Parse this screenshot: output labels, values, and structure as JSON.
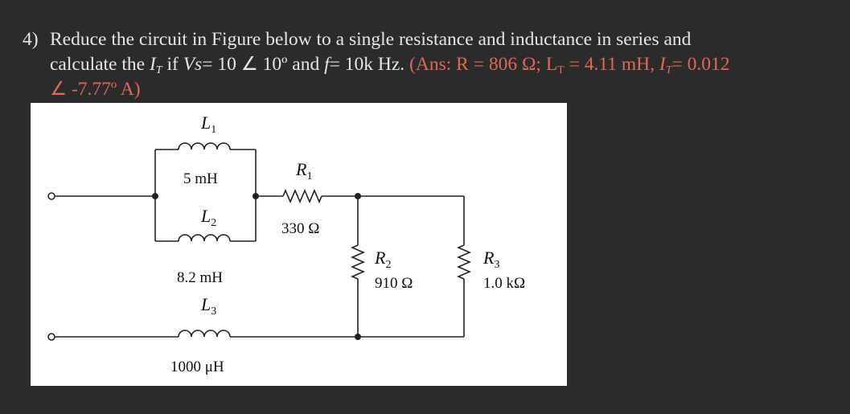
{
  "question": {
    "number": "4)",
    "line1_text": "Reduce the circuit in Figure below to a single resistance and inductance in series and",
    "line2_pre": "calculate the",
    "it_symbol": "I",
    "it_sub": "T",
    "if_text": "if",
    "vs_symbol": "Vs",
    "vs_value": "= 10 ∠ 10º and",
    "f_symbol": "f",
    "f_value": "= 10k Hz.",
    "answer": {
      "open": "(Ans: R = 806 Ω; L",
      "lt_sub": "T",
      "mid": " = 4.11 mH, ",
      "it": "I",
      "it_sub": "T",
      "end": "= 0.012",
      "line3": "∠ -7.77º A)"
    }
  },
  "figure": {
    "L1": {
      "sym": "L",
      "sub": "1",
      "value": "5 mH"
    },
    "L2": {
      "sym": "L",
      "sub": "2",
      "value": "8.2 mH"
    },
    "L3": {
      "sym": "L",
      "sub": "3",
      "value": "1000 μH"
    },
    "R1": {
      "sym": "R",
      "sub": "1",
      "value": "330 Ω"
    },
    "R2": {
      "sym": "R",
      "sub": "2",
      "value": "910 Ω"
    },
    "R3": {
      "sym": "R",
      "sub": "3",
      "value": "1.0 kΩ"
    }
  }
}
